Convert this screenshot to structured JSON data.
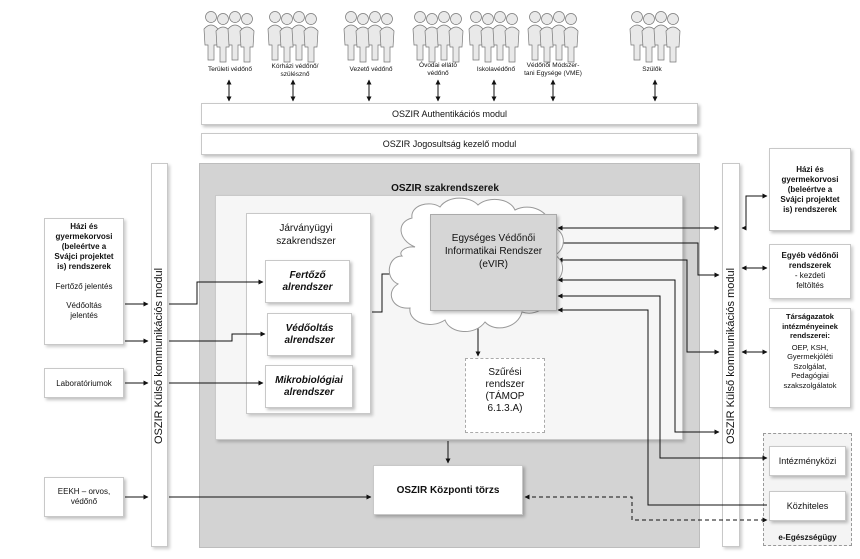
{
  "actors": [
    {
      "label": "Területi védőnő"
    },
    {
      "label": "Kórházi védőnő/\nszülésznő"
    },
    {
      "label": "Vezető védőnő"
    },
    {
      "label": "Óvodai ellátó\nvédőnő"
    },
    {
      "label": "Iskolavédőnő"
    },
    {
      "label": "Védőnői Módszer-\ntani Egysége (VME)"
    },
    {
      "label": "Szülők"
    }
  ],
  "modules": {
    "auth": "OSZIR Authentikációs modul",
    "rights": "OSZIR Jogosultság kezelő modul",
    "external_comm": "OSZIR Külső kommunikációs modul"
  },
  "core": {
    "title": "OSZIR szakrendszerek",
    "epidemic_title": "Járványügyi\nszakrendszer",
    "subsystems": [
      "Fertőző\nalrendszer",
      "Védőoltás\nalrendszer",
      "Mikrobiológiai\nalrendszer"
    ],
    "evir": "Egységes Védőnői\nInformatikai Rendszer\n(eVIR)",
    "screening": "Szűrési\nrendszer\n(TÁMOP\n6.1.3.A)",
    "central": "OSZIR Központi törzs"
  },
  "left": {
    "gp_title": "Házi és\ngyermekorvosi\n(beleértve a\nSvájci projektet\nis) rendszerek",
    "gp_report1": "Fertőző jelentés",
    "gp_report2": "Védőoltás\njelentés",
    "labs": "Laboratóriumok",
    "eekh": "EEKH – orvos,\nvédőnő"
  },
  "right": {
    "gp": "Házi és\ngyermekorvosi\n(beleértve a\nSvájci projektet\nis) rendszerek",
    "other_title": "Egyéb védőnői\nrendszerek",
    "other_sub": "- kezdeti\nfeltöltés",
    "sector_title": "Társágazatok\nintézményeinek\nrendszerei:",
    "sector_sub": "OEP, KSH,\nGyermekjóléti\nSzolgálat,\nPedagógiai\nszakszolgálatok",
    "inst": "Intézményközi",
    "auth": "Közhiteles",
    "ehealth": "e-Egészségügy"
  }
}
